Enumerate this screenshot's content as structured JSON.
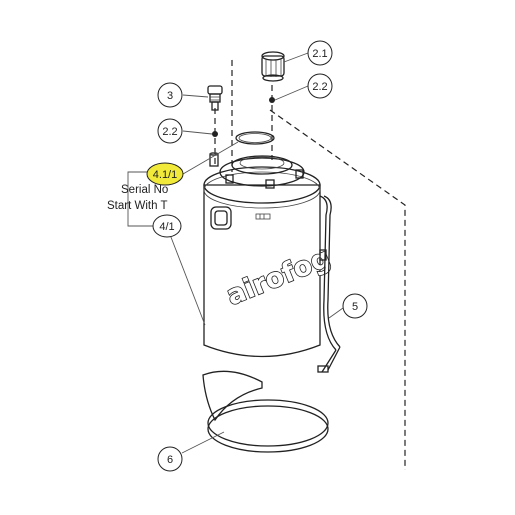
{
  "callouts": {
    "c3": "3",
    "c21": "2.1",
    "c22_top": "2.2",
    "c22_left": "2.2",
    "c411": "4.1/1",
    "c41": "4/1",
    "c5": "5",
    "c6": "6"
  },
  "note": {
    "line1": "Serial No",
    "line2": "Start With T"
  },
  "brand": {
    "logo_text": "airofog"
  },
  "colors": {
    "highlight": "#f2ea3a",
    "line": "#222222"
  }
}
